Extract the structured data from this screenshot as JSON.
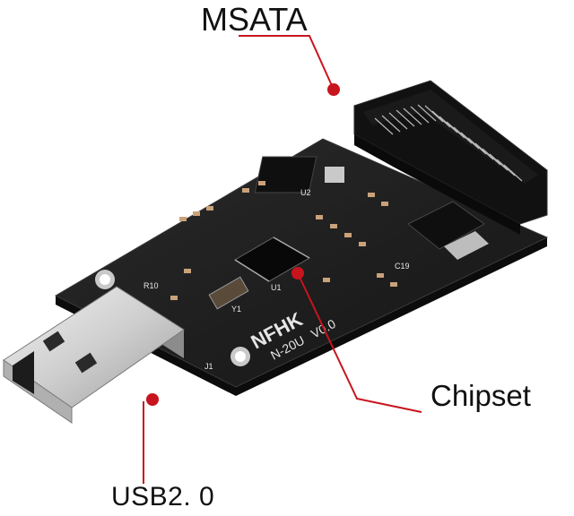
{
  "labels": {
    "msata": "MSATA",
    "chipset": "Chipset",
    "usb": "USB2. 0"
  },
  "board_markings": {
    "brand": "NFHK",
    "model": "N-20U",
    "version": "V0.0",
    "refs": [
      "U2",
      "U1",
      "R10",
      "C19",
      "Y1",
      "J1"
    ]
  },
  "colors": {
    "background": "#ffffff",
    "pcb": "#1c1c1c",
    "callout": "#c8141e",
    "usb_metal": "#d9d9d9",
    "text": "#111111"
  }
}
